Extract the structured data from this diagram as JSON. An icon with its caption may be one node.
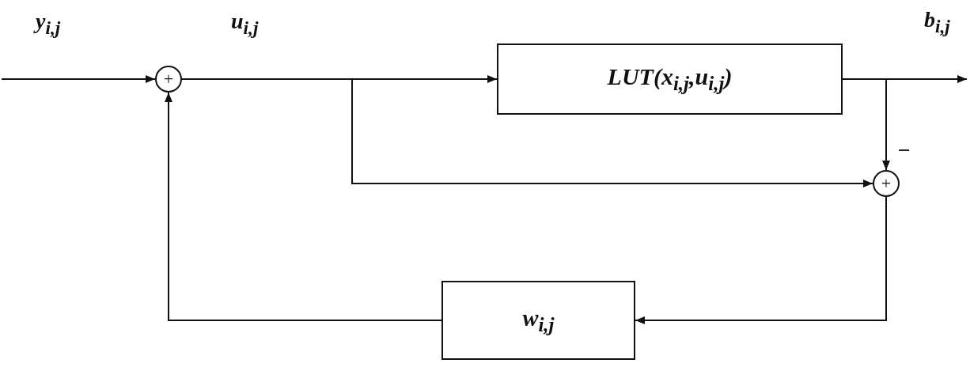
{
  "diagram": {
    "nodes": [
      {
        "text": [
          "+"
        ]
      },
      {
        "text": [
          "LUT(x$_{i,j}$,u$_{i,j}$)"
        ]
      },
      {
        "text": [
          "+"
        ]
      },
      {
        "text": [
          "w$_{i,j}$"
        ]
      }
    ],
    "edges": [
      {
        "from": null,
        "to": 0,
        "arrow": "to",
        "label": "y$_{i,j}$"
      },
      {
        "from": 0,
        "to": 1,
        "arrow": "to",
        "label": "u$_{i,j}$"
      },
      {
        "from": 0,
        "to": 2,
        "arrow": "to"
      },
      {
        "from": 1,
        "to": null,
        "arrow": "to",
        "label": "b$_{i,j}$"
      },
      {
        "from": 1,
        "to": 2,
        "arrow": "to",
        "label": "−"
      },
      {
        "from": 2,
        "to": 3,
        "arrow": "to"
      },
      {
        "from": 3,
        "to": 0,
        "arrow": "to"
      }
    ]
  }
}
